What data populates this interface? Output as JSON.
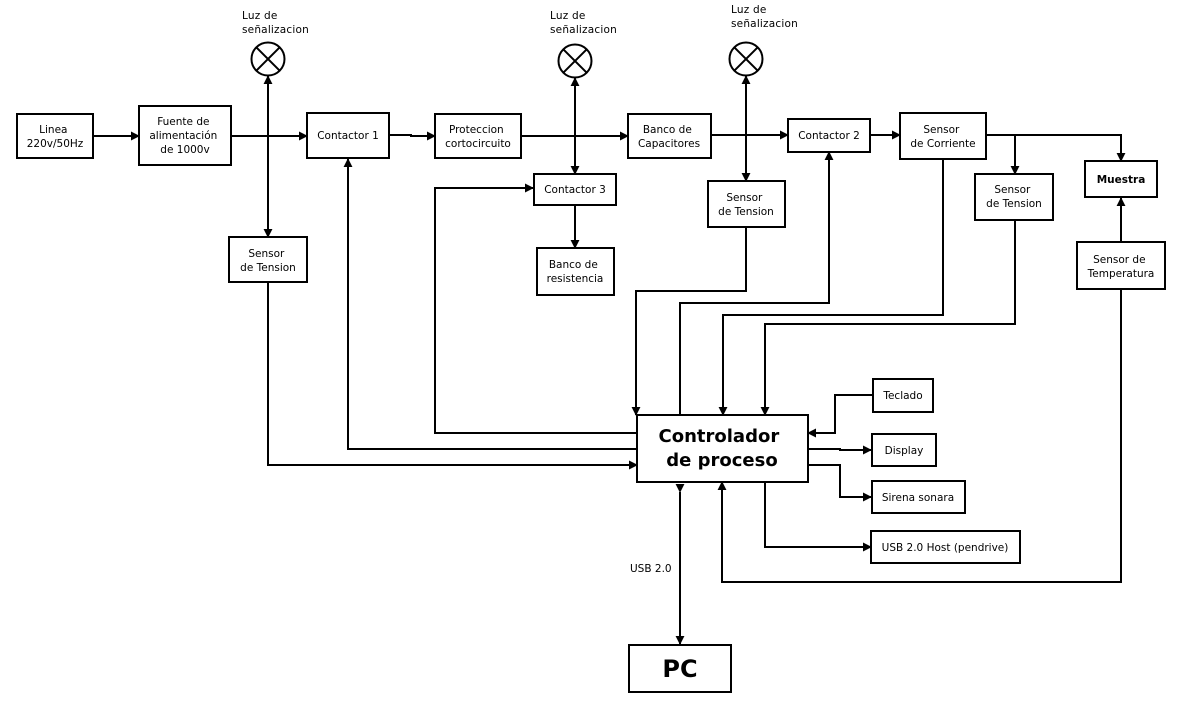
{
  "lamp_label": [
    "Luz de",
    "señalizacion"
  ],
  "blocks": {
    "linea": [
      "Linea",
      "220v/50Hz"
    ],
    "fuente": [
      "Fuente de",
      "alimentación",
      "de 1000v"
    ],
    "contactor1": [
      "Contactor 1"
    ],
    "proteccion": [
      "Proteccion",
      "cortocircuito"
    ],
    "banco_cap": [
      "Banco de",
      "Capacitores"
    ],
    "contactor2": [
      "Contactor 2"
    ],
    "sensor_corriente": [
      "Sensor",
      "de Corriente"
    ],
    "muestra": [
      "Muestra"
    ],
    "contactor3": [
      "Contactor 3"
    ],
    "banco_res": [
      "Banco de",
      "resistencia"
    ],
    "sensor_tension_1": [
      "Sensor",
      "de Tension"
    ],
    "sensor_tension_2": [
      "Sensor",
      "de Tension"
    ],
    "sensor_tension_3": [
      "Sensor",
      "de Tension"
    ],
    "sensor_temp": [
      "Sensor de",
      "Temperatura"
    ],
    "controlador": [
      "Controlador",
      "de proceso"
    ],
    "teclado": [
      "Teclado"
    ],
    "display": [
      "Display"
    ],
    "sirena": [
      "Sirena sonara"
    ],
    "usb_host": [
      "USB 2.0 Host (pendrive)"
    ],
    "pc": [
      "PC"
    ]
  },
  "usb_label": "USB 2.0"
}
